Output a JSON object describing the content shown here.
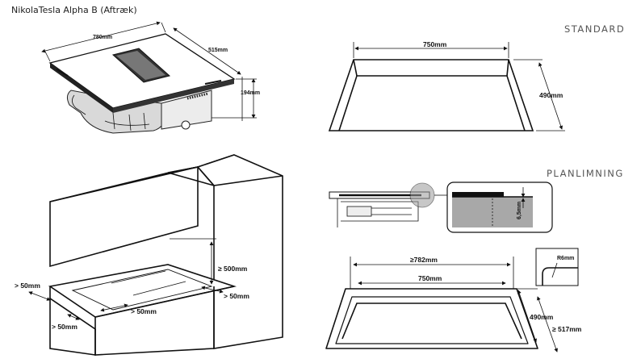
{
  "title": "NikolaTesla Alpha B (Aftræk)",
  "sections": {
    "standard": "STANDARD",
    "planlimning": "PLANLIMNING"
  },
  "product_dims": {
    "width": "780mm",
    "depth": "515mm",
    "height": "194mm"
  },
  "kitchen_dims": {
    "above_clearance": "≥ 500mm",
    "right_clearance": "> 50mm",
    "left_clearance": "> 50mm",
    "front_clearance": "> 50mm",
    "rear_clearance": "> 50mm"
  },
  "standard_dims": {
    "width": "750mm",
    "depth": "490mm"
  },
  "detail_dims": {
    "height": "6,5mm",
    "radius": "R6mm"
  },
  "flush_dims": {
    "outer_width": "≥782mm",
    "inner_width": "750mm",
    "inner_depth": "490mm",
    "outer_depth": "≥ 517mm"
  }
}
